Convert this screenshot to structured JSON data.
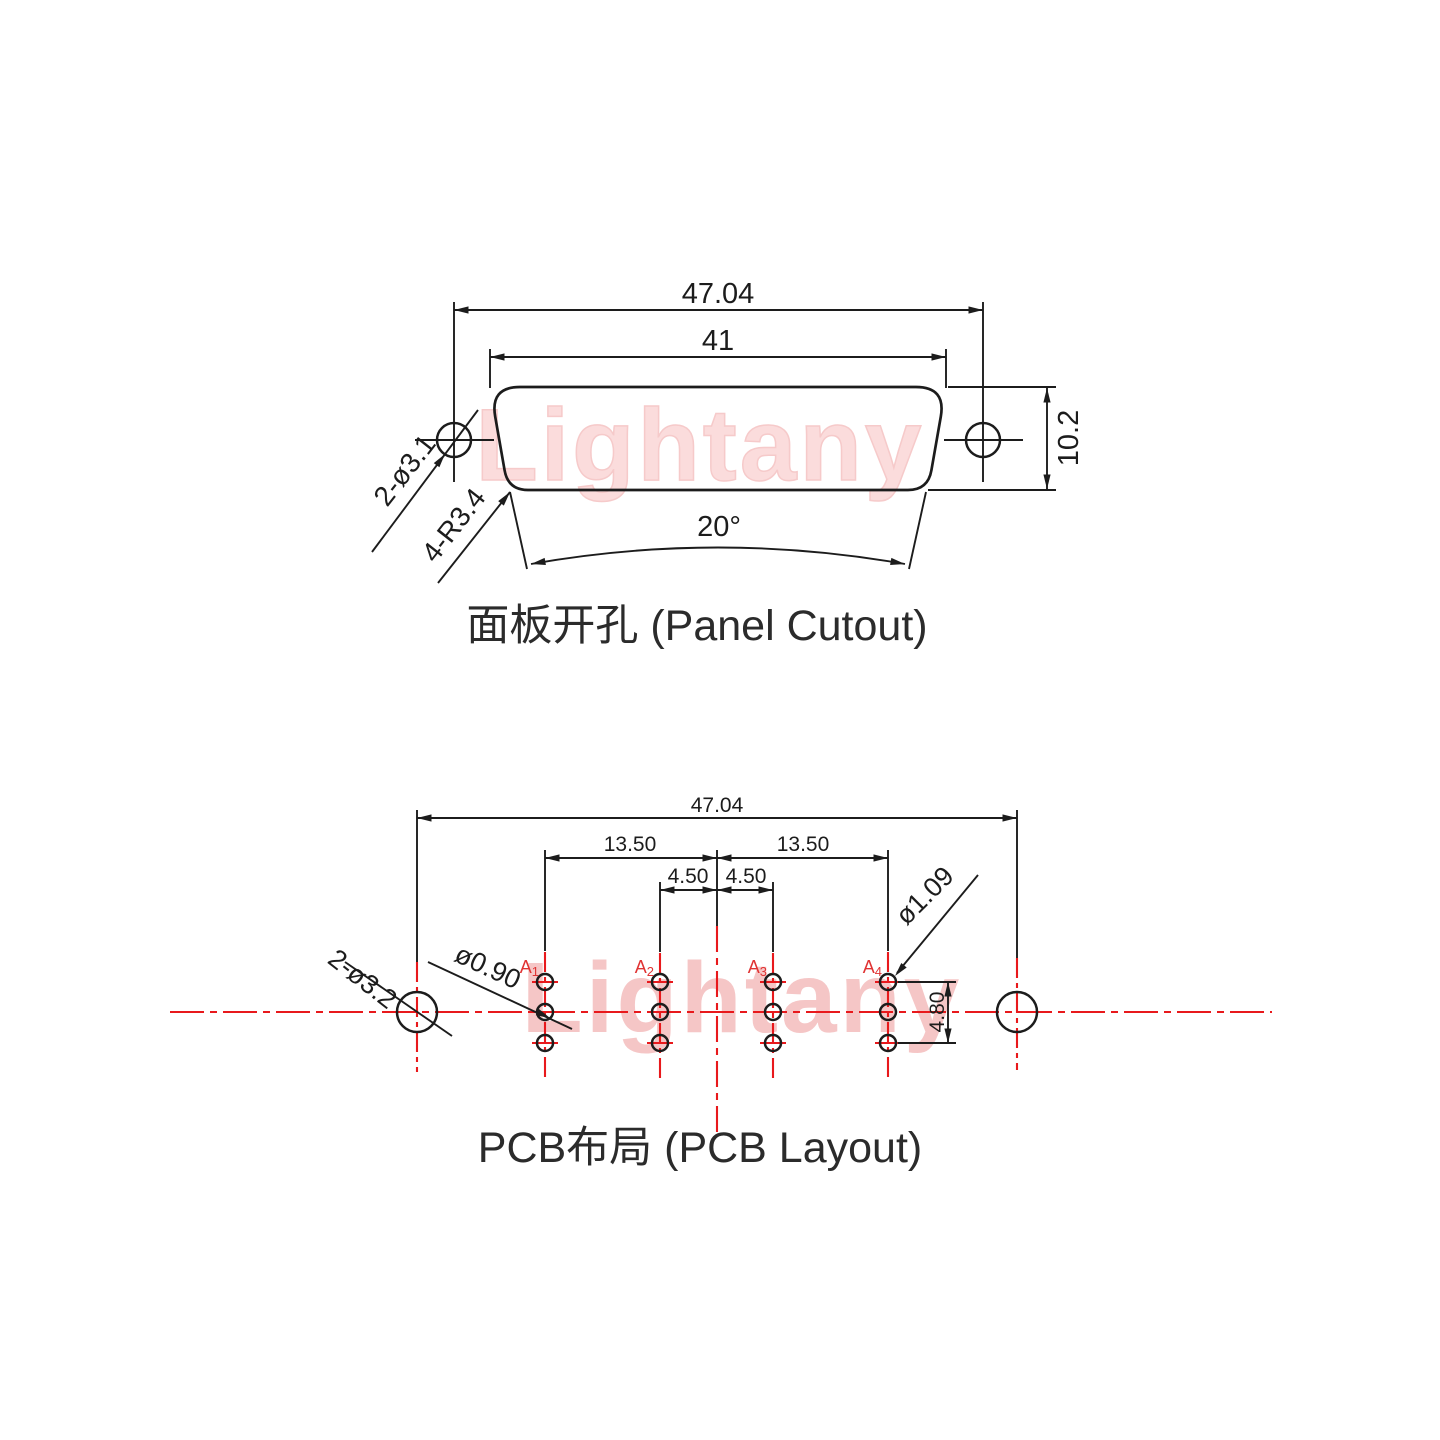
{
  "colors": {
    "line": "#1c1c1c",
    "center_line_red": "#e8191c",
    "pin_label_red": "#e03333",
    "watermark_top": "#fbdcdc",
    "watermark_bottom": "#f3b9b9"
  },
  "watermark": {
    "text": "Lightany"
  },
  "panel_cutout": {
    "title": "面板开孔 (Panel Cutout)",
    "dim_width_outer": "47.04",
    "dim_width_inner": "41",
    "dim_height": "10.2",
    "dim_angle": "20°",
    "label_mount_holes": "2-ø3.1",
    "label_corner_radius": "4-R3.4"
  },
  "pcb_layout": {
    "title": "PCB布局 (PCB Layout)",
    "dim_width_outer": "47.04",
    "dim_pitch_left": "13.50",
    "dim_pitch_right": "13.50",
    "dim_half_left": "4.50",
    "dim_half_right": "4.50",
    "dim_row_span": "4.80",
    "label_mount_holes": "2-ø3.2",
    "label_pin_hole": "ø0.90",
    "label_signal_hole": "ø1.09",
    "pins": [
      {
        "base": "A",
        "sub": "1"
      },
      {
        "base": "A",
        "sub": "2"
      },
      {
        "base": "A",
        "sub": "3"
      },
      {
        "base": "A",
        "sub": "4"
      }
    ]
  }
}
